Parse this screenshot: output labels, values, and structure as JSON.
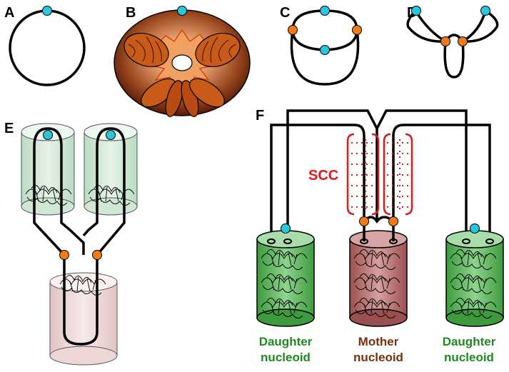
{
  "panels": {
    "a": "A",
    "b": "B",
    "c": "C",
    "d": "D",
    "e": "E",
    "f": "F"
  },
  "scc_label": "SCC",
  "captions": {
    "left": {
      "line1": "Daughter",
      "line2": "nucleoid"
    },
    "middle": {
      "line1": "Mother",
      "line2": "nucleoid"
    },
    "right": {
      "line1": "Daughter",
      "line2": "nucleoid"
    }
  },
  "colors": {
    "origin": "#29c6de",
    "junction": "#f07a18",
    "daughter_text": "#1f8a1f",
    "mother_text": "#7a3010",
    "scc": "#e0161d",
    "daughter_cylinder": "#5fb45f",
    "mother_cylinder": "#b46e6e"
  }
}
